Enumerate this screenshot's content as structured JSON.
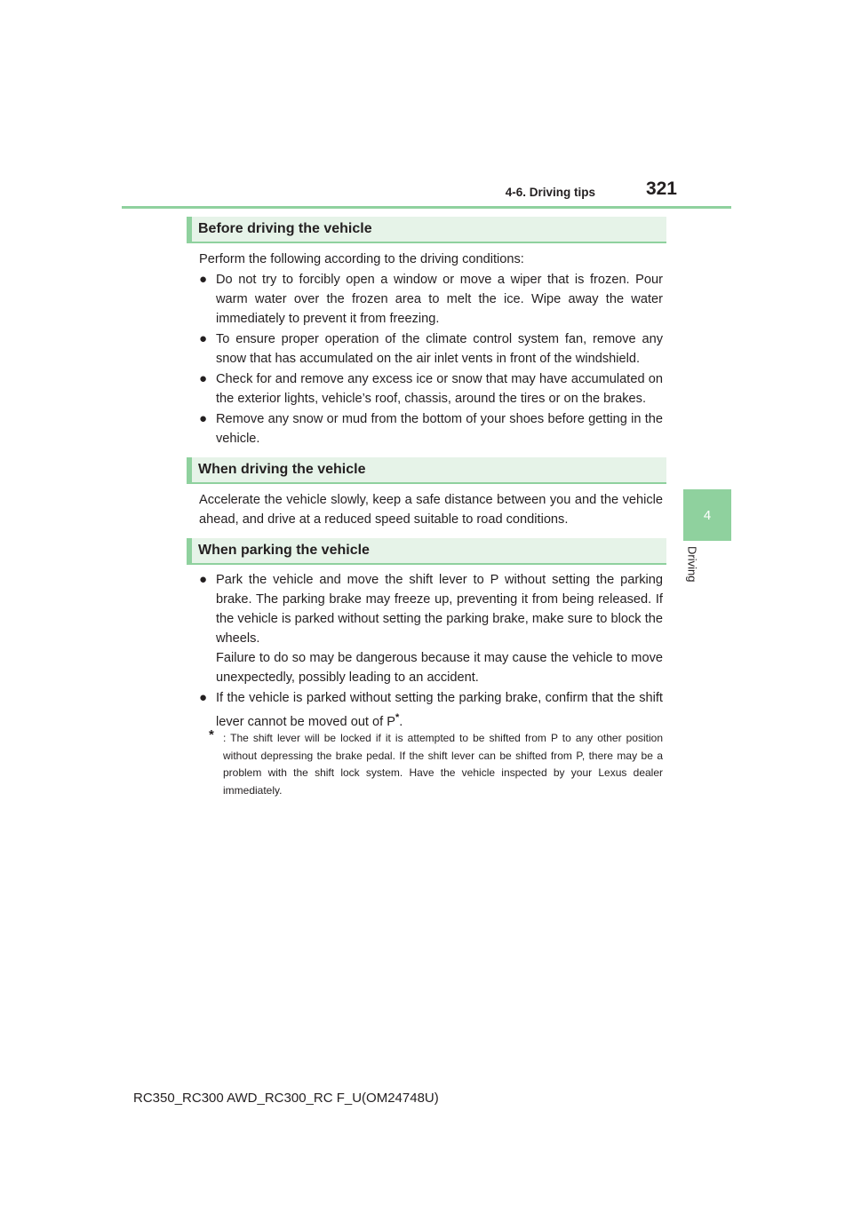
{
  "header": {
    "section": "4-6. Driving tips",
    "page_number": "321"
  },
  "side_tab": {
    "chapter_number": "4",
    "chapter_label": "Driving"
  },
  "sections": {
    "before": {
      "title": "Before driving the vehicle",
      "intro": "Perform the following according to the driving conditions:",
      "bullets": [
        "Do not try to forcibly open a window or move a wiper that is frozen. Pour warm water over the frozen area to melt the ice. Wipe away the water immediately to prevent it from freezing.",
        "To ensure proper operation of the climate control system fan, remove any snow that has accumulated on the air inlet vents in front of the windshield.",
        "Check for and remove any excess ice or snow that may have accumulated on the exterior lights, vehicle’s roof, chassis, around the tires or on the brakes.",
        "Remove any snow or mud from the bottom of your shoes before getting in the vehicle."
      ]
    },
    "driving": {
      "title": "When driving the vehicle",
      "text": "Accelerate the vehicle slowly, keep a safe distance between you and the vehicle ahead, and drive at a reduced speed suitable to road conditions."
    },
    "parking": {
      "title": "When parking the vehicle",
      "bullet1_main": "Park the vehicle and move the shift lever to P without setting the parking brake. The parking brake may freeze up, preventing it from being released. If the vehicle is parked without setting the parking brake, make sure to block the wheels.",
      "bullet1_warning": "Failure to do so may be dangerous because it may cause the vehicle to move unexpectedly, possibly leading to an accident.",
      "bullet2_main": "If the vehicle is parked without setting the parking brake, confirm that the shift lever cannot be moved out of P",
      "bullet2_star": "*",
      "bullet2_end": ".",
      "footnote_mark": "*",
      "footnote_text": ": The shift lever will be locked if it is attempted to be shifted from P to any other position without depressing the brake pedal. If the shift lever can be shifted from P, there may be a problem with the shift lock system. Have the vehicle inspected by your Lexus dealer immediately."
    }
  },
  "footer": {
    "code": "RC350_RC300 AWD_RC300_RC F_U(OM24748U)"
  },
  "icons": {
    "bullet": "filled-circle-icon"
  },
  "colors": {
    "accent": "#8fd19e",
    "heading_bg": "#e6f3e8",
    "text": "#231f20"
  }
}
